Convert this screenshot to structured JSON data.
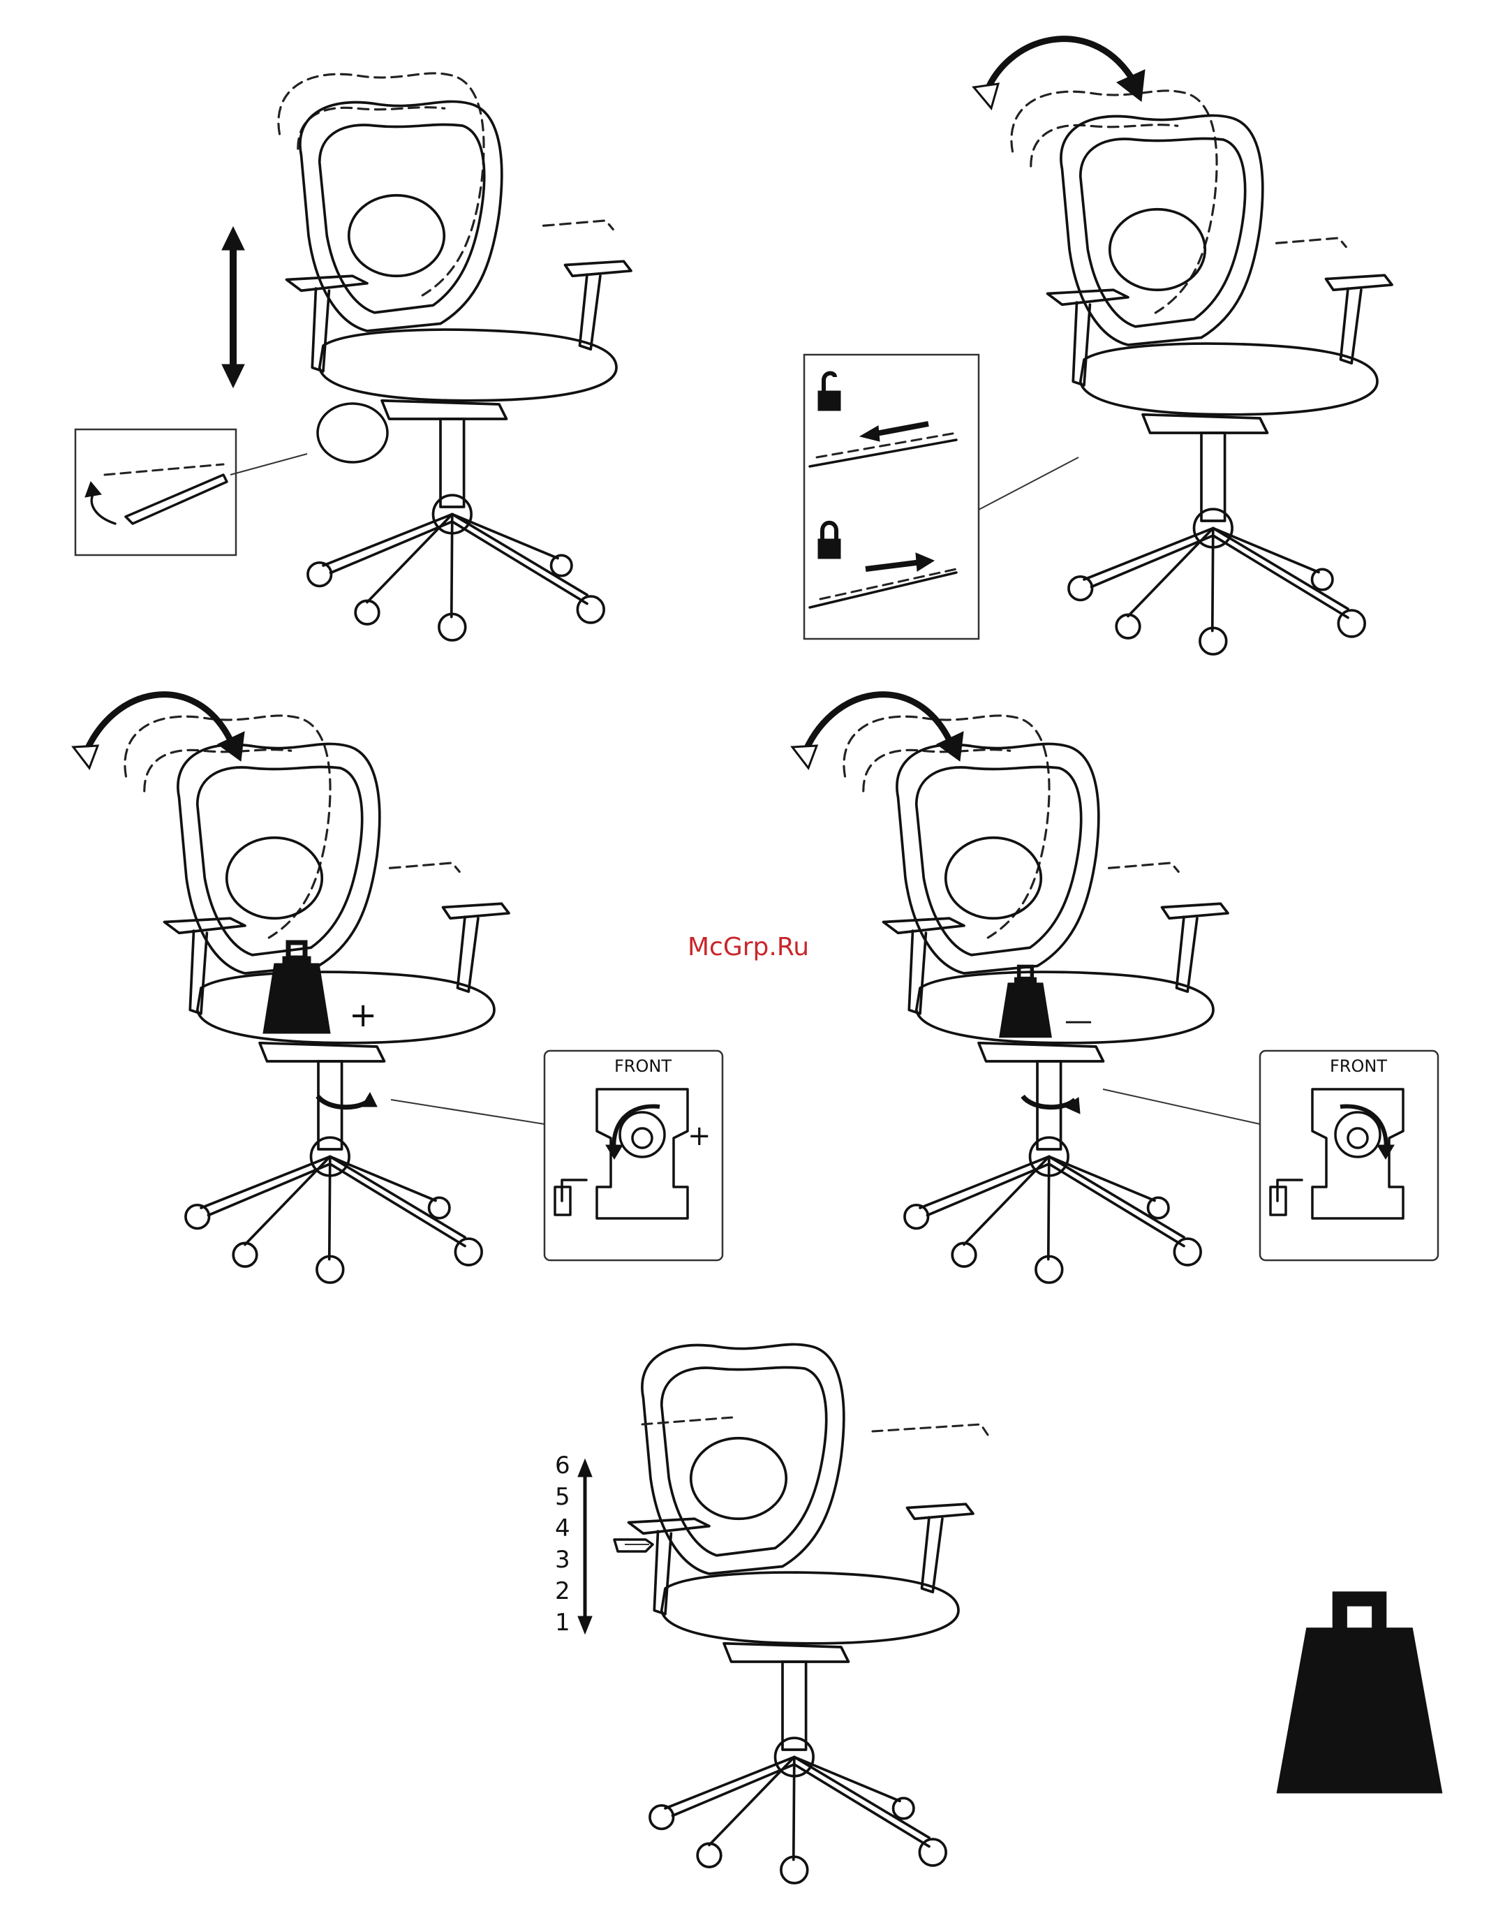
{
  "watermark": "McGrp.Ru",
  "panels": {
    "p3_front_label": "FRONT",
    "p3_sign": "+",
    "p3_inset_sign": "+",
    "p4_front_label": "FRONT",
    "p4_sign": "—",
    "p5_scale": [
      "6",
      "5",
      "4",
      "3",
      "2",
      "1"
    ]
  },
  "icons": {
    "unlock": "unlock-icon",
    "lock": "lock-icon",
    "weight": "weight-icon",
    "hand": "pointing-hand-icon"
  }
}
